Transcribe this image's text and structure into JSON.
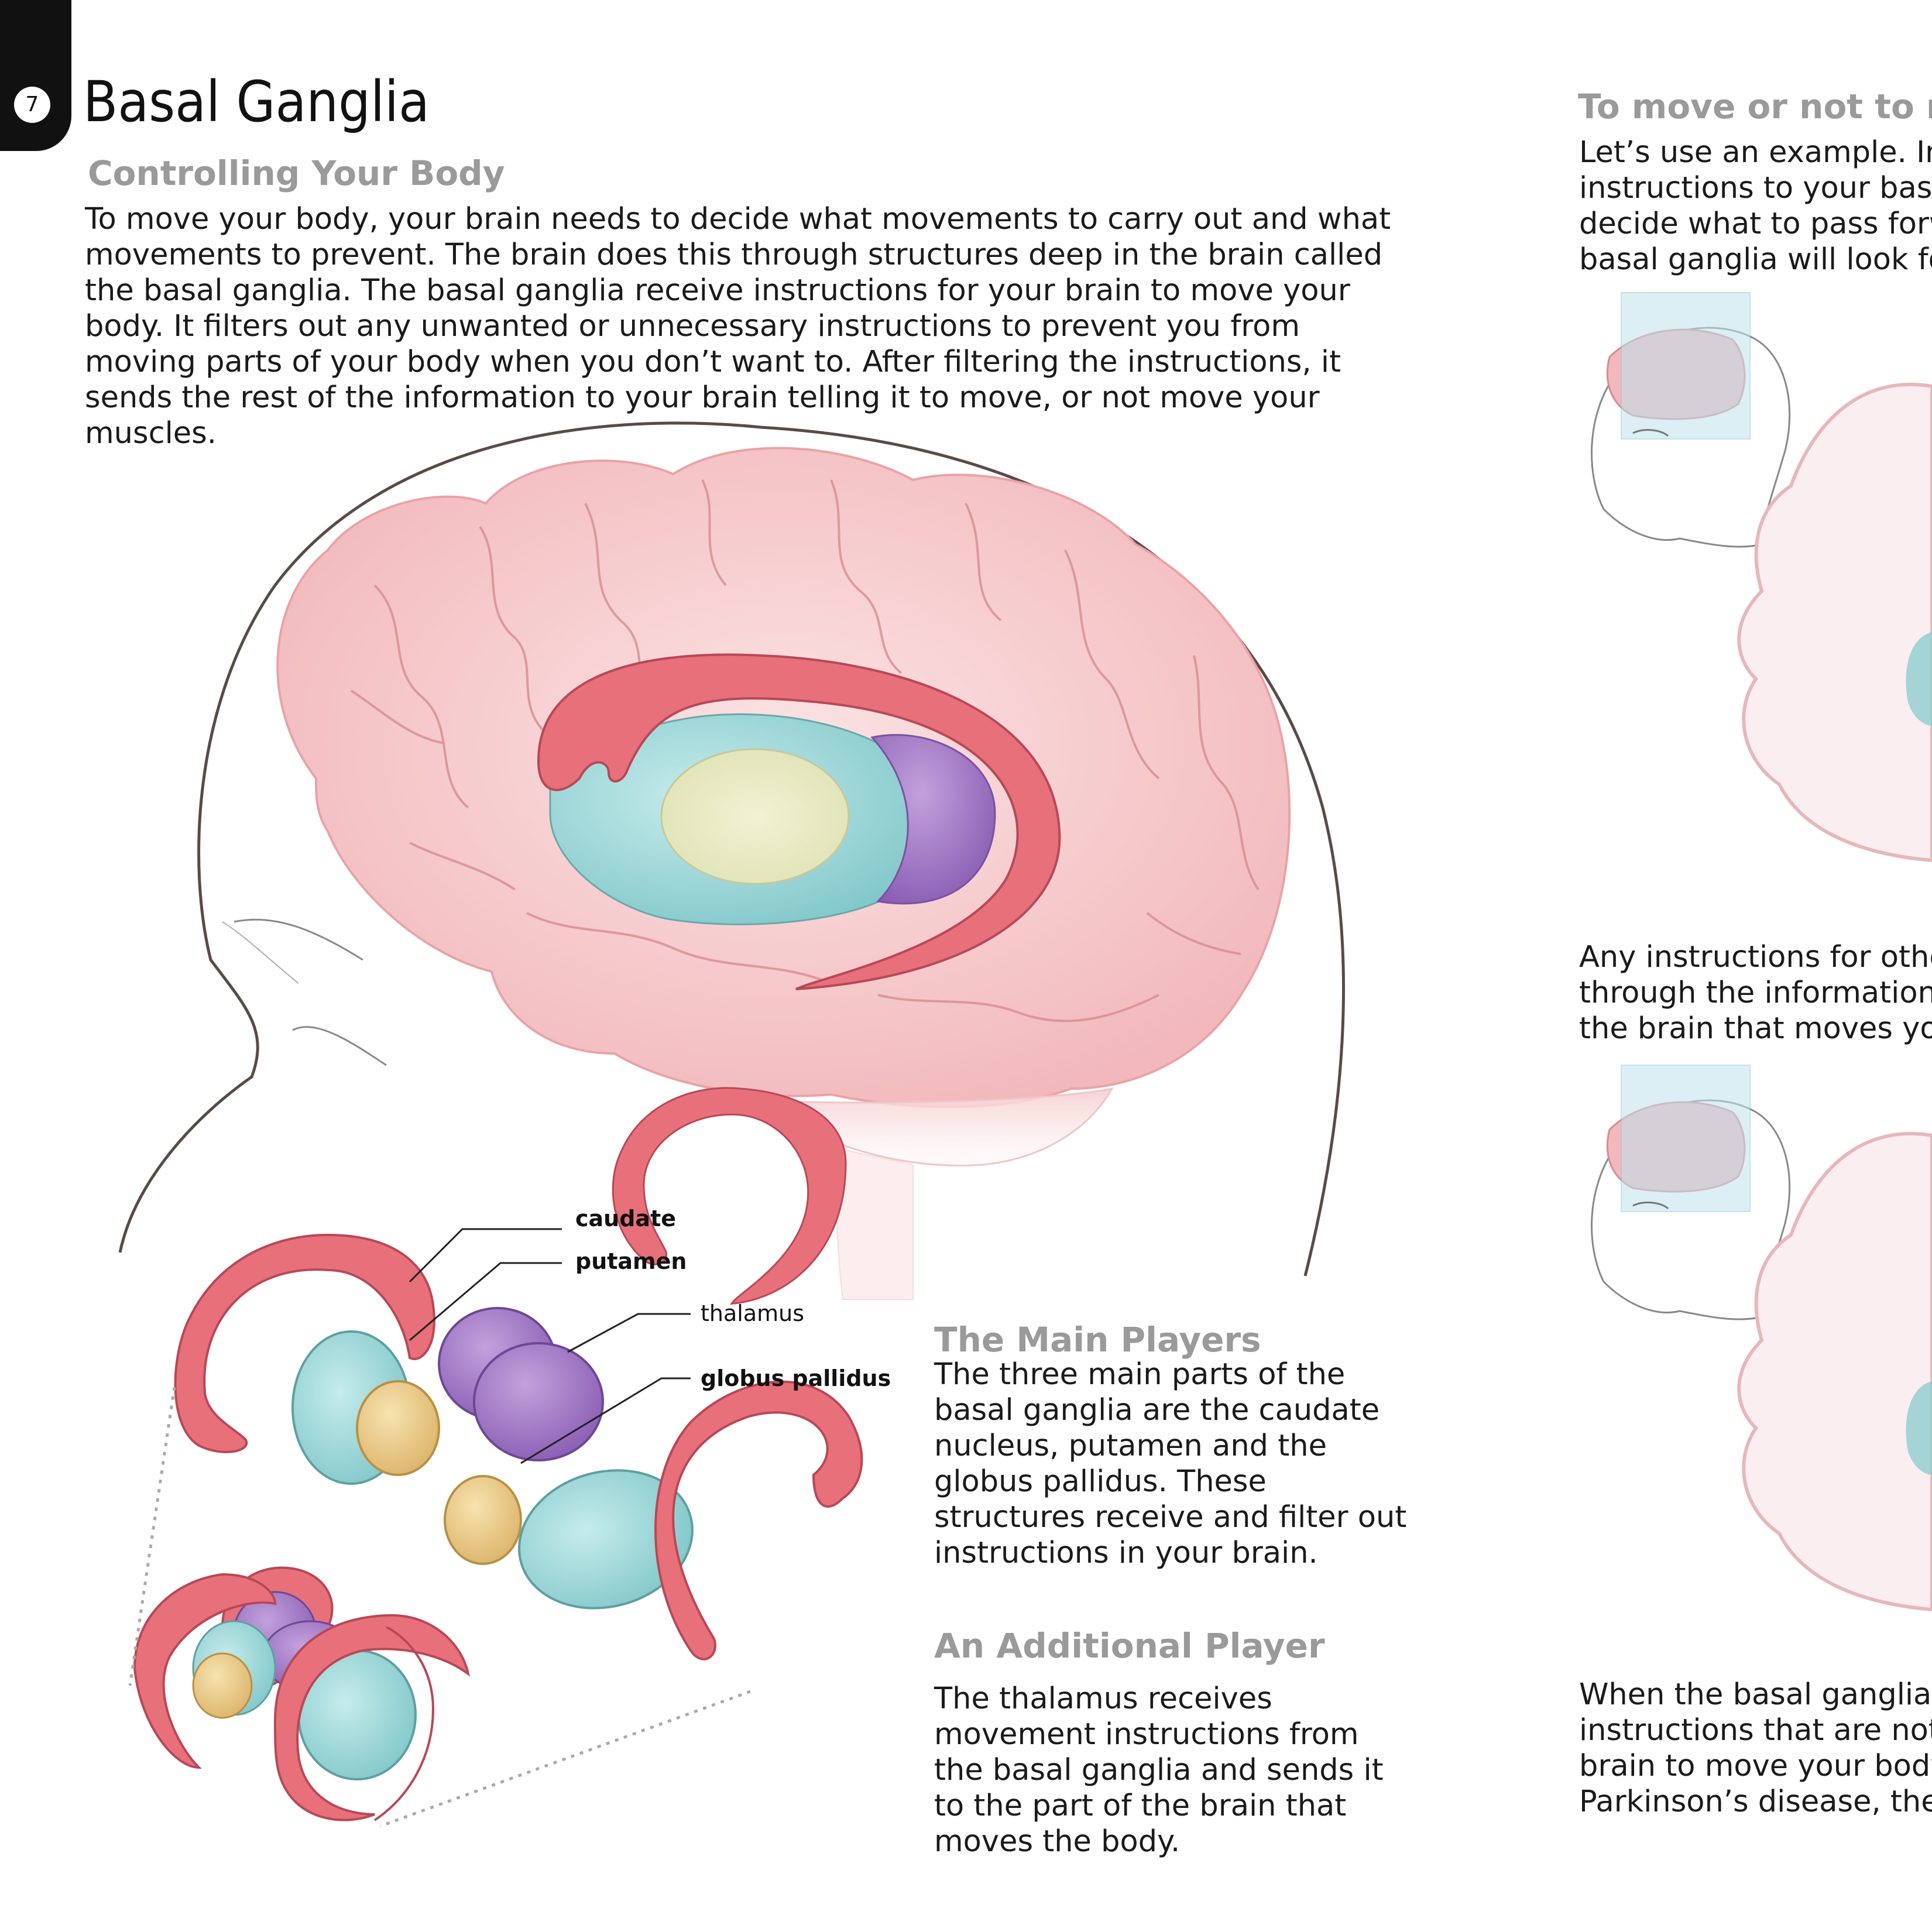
{
  "page": {
    "number": "7",
    "title": "Basal Ganglia",
    "section1": {
      "heading": "Controlling Your Body",
      "body": "To move your body, your brain needs to decide what movements to carry out and what movements to prevent. The brain does this through structures deep in the brain called the basal ganglia. The basal ganglia receive instructions for your brain to move your body. It filters out any unwanted or unnecessary instructions to prevent you from moving parts of your body when you don’t want to. After filtering the instructions, it sends the rest of the information to your brain telling it to move, or not move your muscles."
    },
    "labels": {
      "caudate": "caudate",
      "putamen": "putamen",
      "thalamus": "thalamus",
      "globus_pallidus": "globus pallidus"
    },
    "main_players": {
      "heading": "The Main Players",
      "body": "The three main parts of the basal ganglia are the caudate nucleus, putamen and the globus pallidus. These structures receive and filter out instructions in your brain."
    },
    "additional_player": {
      "heading": "An Additional Player",
      "body": "The thalamus receives movement instructions from the basal ganglia and sends it to the part of the brain that moves the body."
    },
    "right_column": {
      "heading": "To move or not to mo",
      "p1": [
        "Let’s use an example. Imag",
        "instructions to your basal",
        "decide what to pass forwa",
        "basal ganglia will look for a"
      ],
      "p2": [
        "Any instructions for other",
        "through the information, i",
        "the brain that moves your"
      ],
      "p3": [
        "When the basal ganglia ar",
        "instructions that are not fi",
        "brain to move your body,",
        "Parkinson’s disease, they r"
      ]
    },
    "colors": {
      "caudate": "#e8707a",
      "putamen": "#8fd0d2",
      "thalamus": "#9b6fbf",
      "globus_pallidus": "#e8c77e",
      "brain": "#f4c6c8",
      "heading_gray": "#9a9a9a"
    }
  }
}
